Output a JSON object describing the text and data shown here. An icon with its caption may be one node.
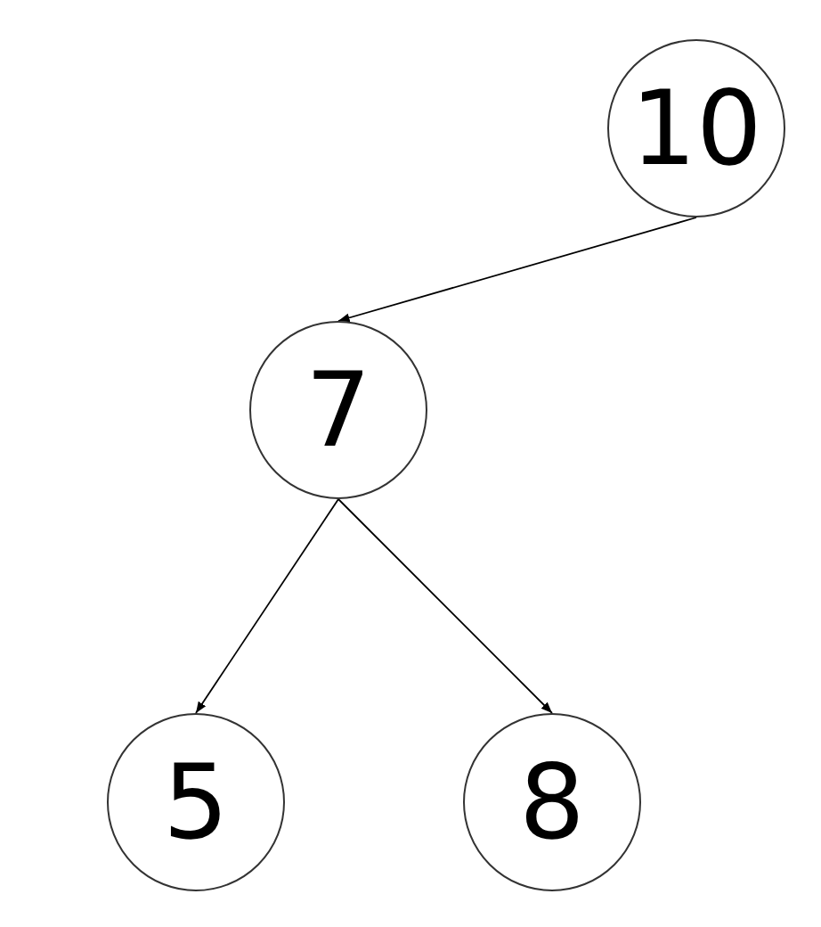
{
  "diagram": {
    "nodes": [
      {
        "text": [
          "10"
        ]
      },
      {
        "text": [
          "7"
        ]
      },
      {
        "text": [
          "5"
        ]
      },
      {
        "text": [
          "8"
        ]
      }
    ],
    "edges": [
      {
        "from": 0,
        "to": 1,
        "arrow": "to"
      },
      {
        "from": 1,
        "to": 2,
        "arrow": "to"
      },
      {
        "from": 1,
        "to": 3,
        "arrow": "to"
      }
    ]
  }
}
